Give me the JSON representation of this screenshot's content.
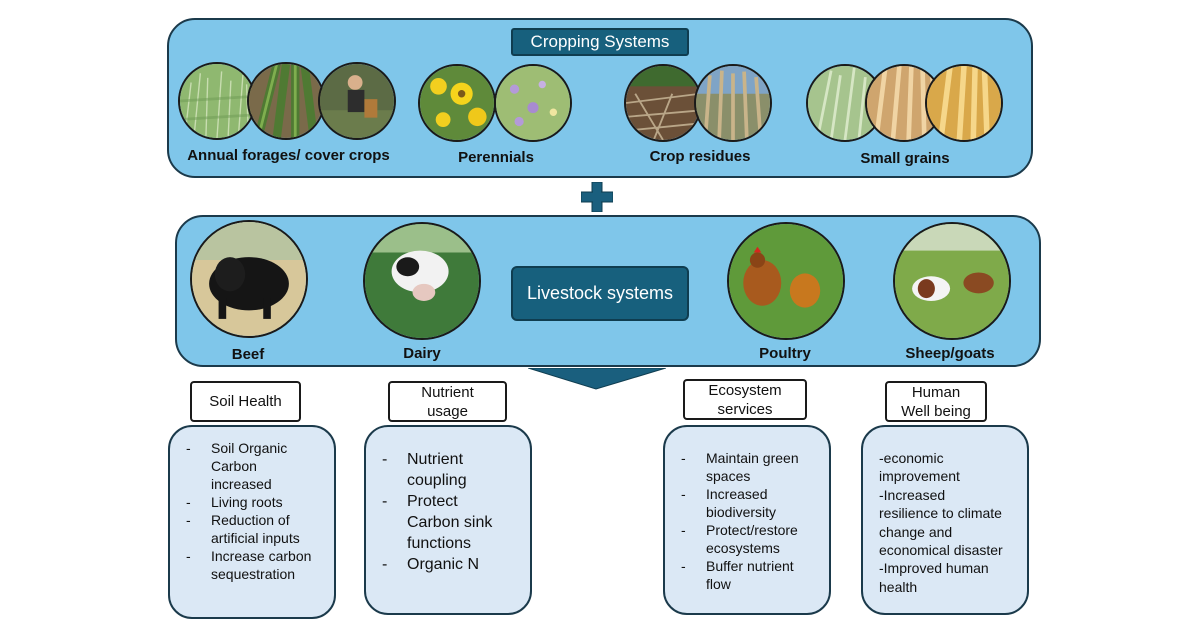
{
  "cropping": {
    "title": "Cropping Systems",
    "groups": [
      {
        "label": "Annual forages/ cover crops",
        "icons": [
          "grass-field-photo",
          "crop-rows-photo",
          "farmer-harvesting-photo"
        ]
      },
      {
        "label": "Perennials",
        "icons": [
          "sunflower-photo",
          "flowering-herb-photo"
        ]
      },
      {
        "label": "Crop residues",
        "icons": [
          "crop-stubble-photo",
          "corn-stalks-photo"
        ]
      },
      {
        "label": "Small grains",
        "icons": [
          "green-wheat-photo",
          "golden-wheat-photo",
          "ripe-wheat-photo"
        ]
      }
    ]
  },
  "livestock": {
    "title": "Livestock systems",
    "groups": [
      {
        "label": "Beef",
        "icon": "black-cow-photo"
      },
      {
        "label": "Dairy",
        "icon": "dairy-cow-photo"
      },
      {
        "label": "Poultry",
        "icon": "chickens-photo"
      },
      {
        "label": "Sheep/goats",
        "icon": "goats-photo"
      }
    ]
  },
  "outcomes": [
    {
      "heading": [
        "Soil Health"
      ],
      "items": [
        {
          "marker": "-",
          "text": [
            "Soil Organic",
            "Carbon",
            "increased"
          ]
        },
        {
          "marker": "-",
          "text": [
            "Living roots"
          ]
        },
        {
          "marker": "-",
          "text": [
            "Reduction of",
            "artificial inputs"
          ]
        },
        {
          "marker": "-",
          "text": [
            "Increase carbon",
            "sequestration"
          ]
        }
      ]
    },
    {
      "heading": [
        "Nutrient",
        "usage"
      ],
      "items": [
        {
          "marker": "-",
          "text": [
            "Nutrient",
            "coupling"
          ]
        },
        {
          "marker": "-",
          "text": [
            "Protect",
            "Carbon sink",
            "functions"
          ]
        },
        {
          "marker": "-",
          "text": [
            "Organic N"
          ]
        }
      ]
    },
    {
      "heading": [
        "Ecosystem",
        "services"
      ],
      "items": [
        {
          "marker": "-",
          "text": [
            "Maintain green",
            "spaces"
          ]
        },
        {
          "marker": "-",
          "text": [
            "Increased",
            "biodiversity"
          ]
        },
        {
          "marker": "-",
          "text": [
            "Protect/restore",
            "ecosystems"
          ]
        },
        {
          "marker": "-",
          "text": [
            "Buffer nutrient",
            "flow"
          ]
        }
      ]
    },
    {
      "heading": [
        "Human",
        "Well being"
      ],
      "lines": [
        "-economic",
        "improvement",
        "-Increased",
        "resilience to climate",
        "change and",
        "economical disaster",
        "-Improved human",
        "health"
      ]
    }
  ],
  "colors": {
    "panel": "#7fc6ea",
    "title_box": "#17607d",
    "card": "#dbe8f5",
    "outline": "#1b3a4b"
  },
  "icons": {
    "plus": "plus-icon",
    "arrow": "down-triangle-arrow"
  }
}
